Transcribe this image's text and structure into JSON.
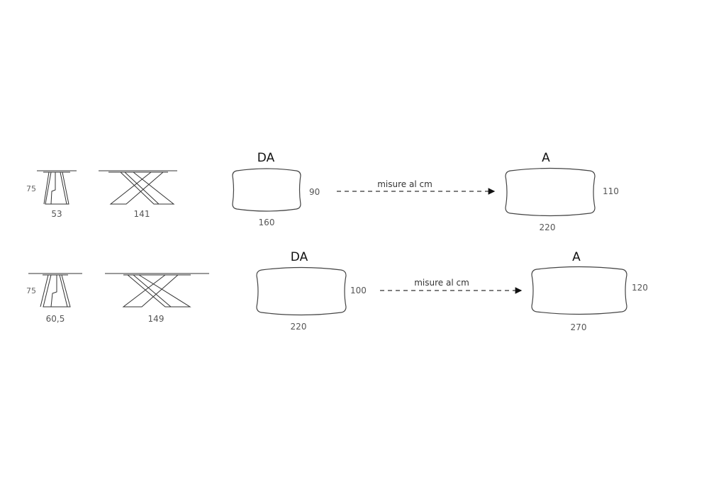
{
  "rows": [
    {
      "height": "75",
      "side_width": "53",
      "front_length": "141",
      "from_label": "DA",
      "from_length": "160",
      "from_depth": "90",
      "arrow_label": "misure al cm",
      "to_label": "A",
      "to_length": "220",
      "to_depth": "110"
    },
    {
      "height": "75",
      "side_width": "60,5",
      "front_length": "149",
      "from_label": "DA",
      "from_length": "220",
      "from_depth": "100",
      "arrow_label": "misure al cm",
      "to_label": "A",
      "to_length": "270",
      "to_depth": "120"
    }
  ],
  "colors": {
    "line": "#333333",
    "text": "#555555"
  }
}
